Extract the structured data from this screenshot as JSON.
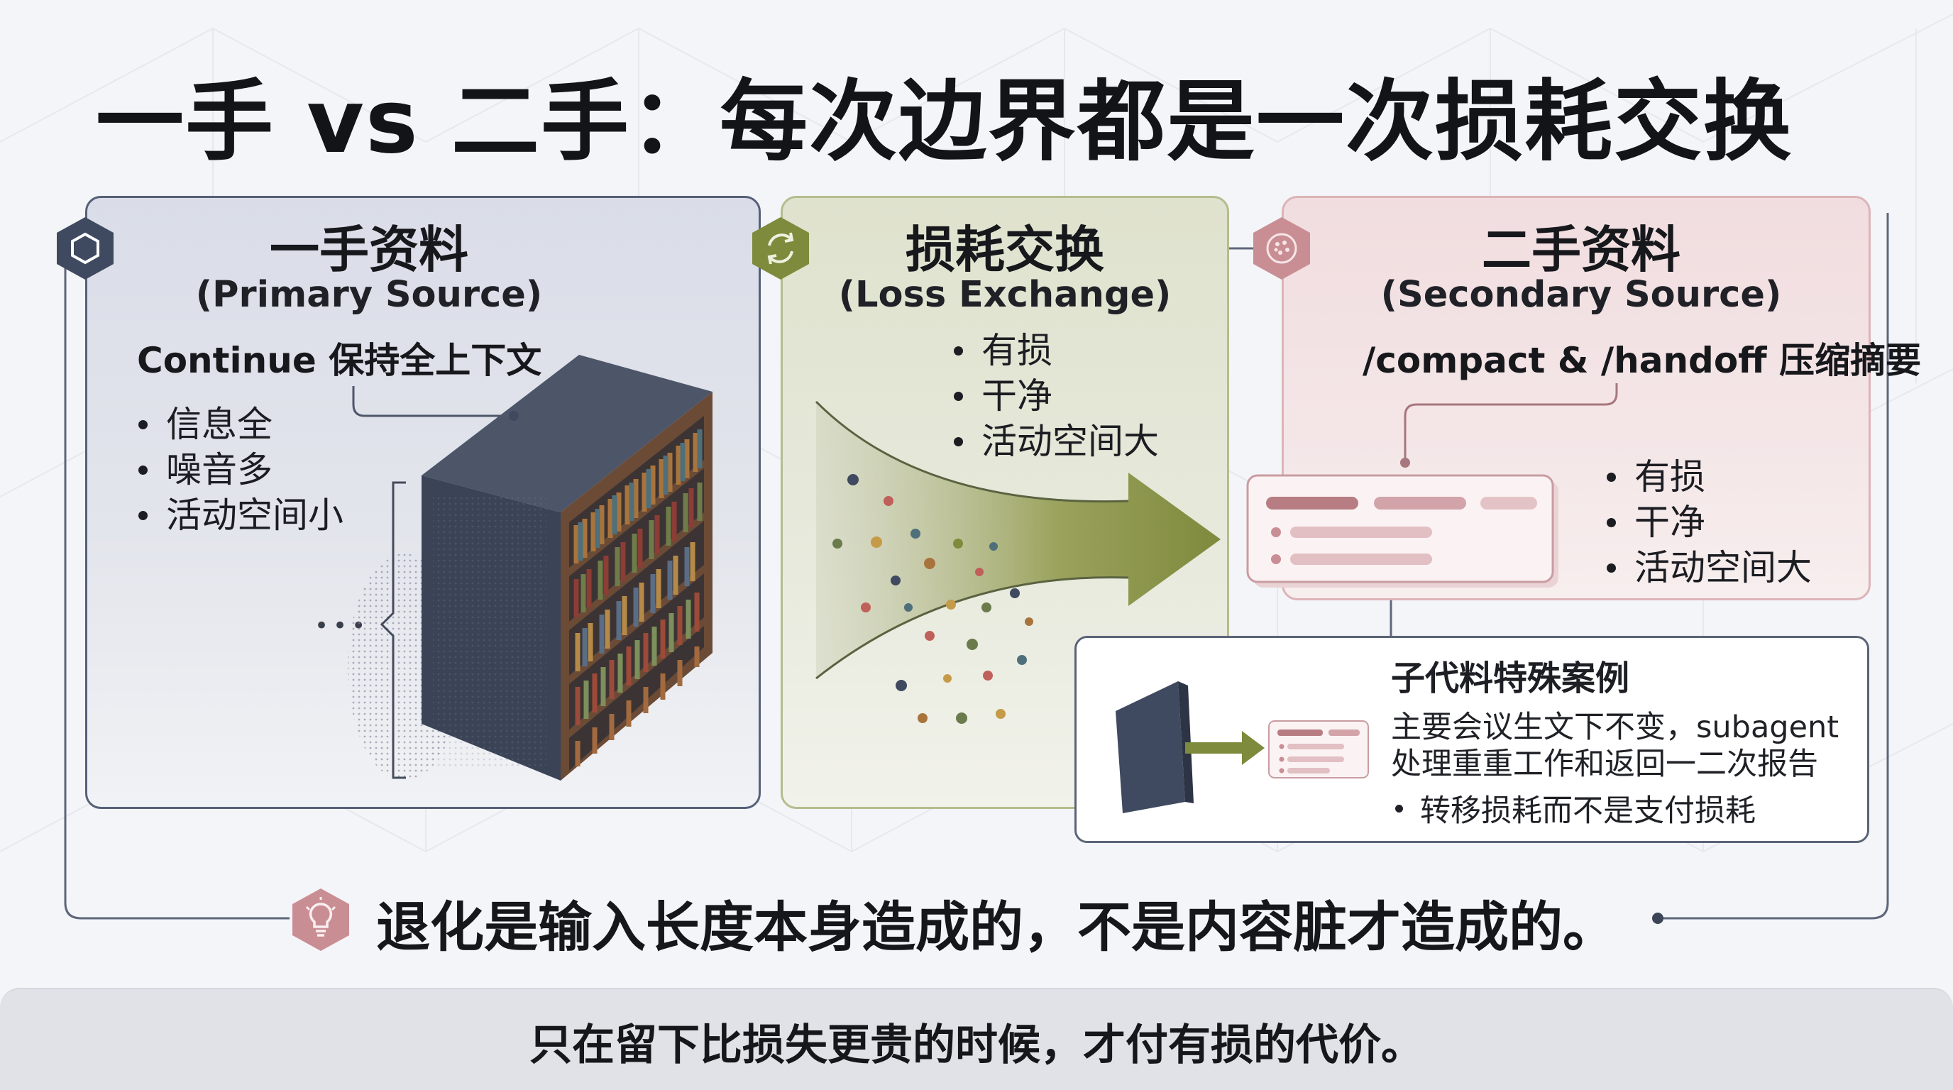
{
  "title": "一手 vs 二手：每次边界都是一次损耗交换",
  "primary": {
    "title": "一手资料",
    "subtitle": "(Primary Source)",
    "description": "Continue 保持全上下文",
    "bullets": [
      "信息全",
      "噪音多",
      "活动空间小"
    ],
    "ellipsis": "•••"
  },
  "loss": {
    "title": "损耗交换",
    "subtitle": "(Loss Exchange)",
    "bullets": [
      "有损",
      "干净",
      "活动空间大"
    ]
  },
  "secondary": {
    "title": "二手资料",
    "subtitle": "(Secondary Source)",
    "description": "/compact & /handoff 压缩摘要",
    "bullets": [
      "有损",
      "干净",
      "活动空间大"
    ]
  },
  "subagent_case": {
    "title": "子代料特殊案例",
    "line1": "主要会议生文下不变，subagent",
    "line2": "处理重重工作和返回一二次报告",
    "bullet": "转移损耗而不是支付损耗"
  },
  "conclusion": "退化是输入长度本身造成的，不是内容脏才造成的。",
  "footer": "只在留下比损失更贵的时候，才付有损的代价。",
  "colors": {
    "primary_accent": "#3f4a60",
    "loss_accent": "#7e8a3c",
    "secondary_accent": "#c98e94",
    "conclusion_accent": "#c98e94"
  },
  "icons": {
    "primary": "hexagon-icon",
    "loss": "recycle-arrows-icon",
    "secondary": "compress-dots-icon",
    "conclusion": "lightbulb-icon"
  }
}
